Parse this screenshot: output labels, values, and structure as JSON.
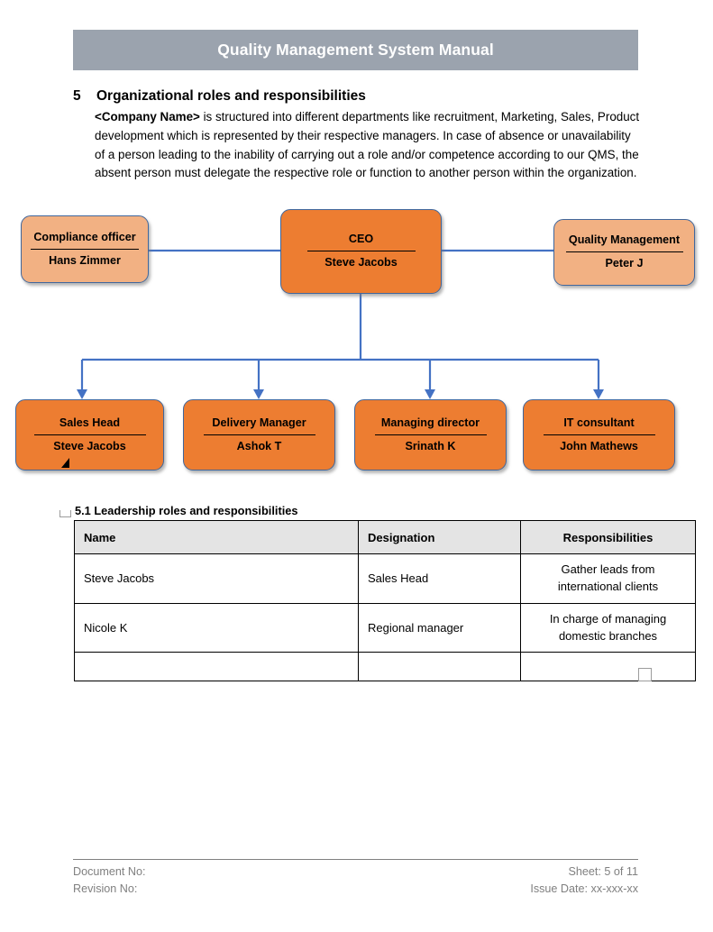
{
  "header": {
    "title": "Quality Management System Manual",
    "bar_color": "#9BA3AE"
  },
  "section": {
    "number": "5",
    "title": "Organizational roles and responsibilities",
    "paragraph_lead": "<Company Name>",
    "paragraph_rest": " is structured into different departments like recruitment, Marketing, Sales, Product development which is represented by their respective managers. In case of absence or unavailability of a person leading to the inability of carrying out a role and/or competence according to our QMS, the absent person must delegate the respective role or function to another person within the organization."
  },
  "orgchart": {
    "colors": {
      "solid_fill": "#ED7D31",
      "light_fill": "#F2B183",
      "border": "#41679C",
      "connector": "#4472C4"
    },
    "nodes": {
      "compliance": {
        "role": "Compliance officer",
        "person": "Hans Zimmer"
      },
      "ceo": {
        "role": "CEO",
        "person": "Steve Jacobs"
      },
      "quality": {
        "role": "Quality Management",
        "person": "Peter J"
      },
      "sales": {
        "role": "Sales Head",
        "person": "Steve Jacobs"
      },
      "delivery": {
        "role": "Delivery Manager",
        "person": "Ashok T"
      },
      "managing": {
        "role": "Managing director",
        "person": "Srinath K"
      },
      "it": {
        "role": "IT consultant",
        "person": "John Mathews"
      }
    }
  },
  "subsection": {
    "title": "5.1 Leadership roles and responsibilities"
  },
  "table": {
    "headers": [
      "Name",
      "Designation",
      "Responsibilities"
    ],
    "rows": [
      {
        "name": "Steve Jacobs",
        "designation": "Sales Head",
        "responsibilities": "Gather leads from international clients"
      },
      {
        "name": "Nicole K",
        "designation": "Regional manager",
        "responsibilities": "In charge of managing domestic branches"
      },
      {
        "name": "",
        "designation": "",
        "responsibilities": ""
      }
    ]
  },
  "footer": {
    "document_no": "Document No:",
    "revision_no": "Revision No:",
    "sheet": "Sheet: 5 of 11",
    "issue_date": "Issue Date: xx-xxx-xx"
  }
}
